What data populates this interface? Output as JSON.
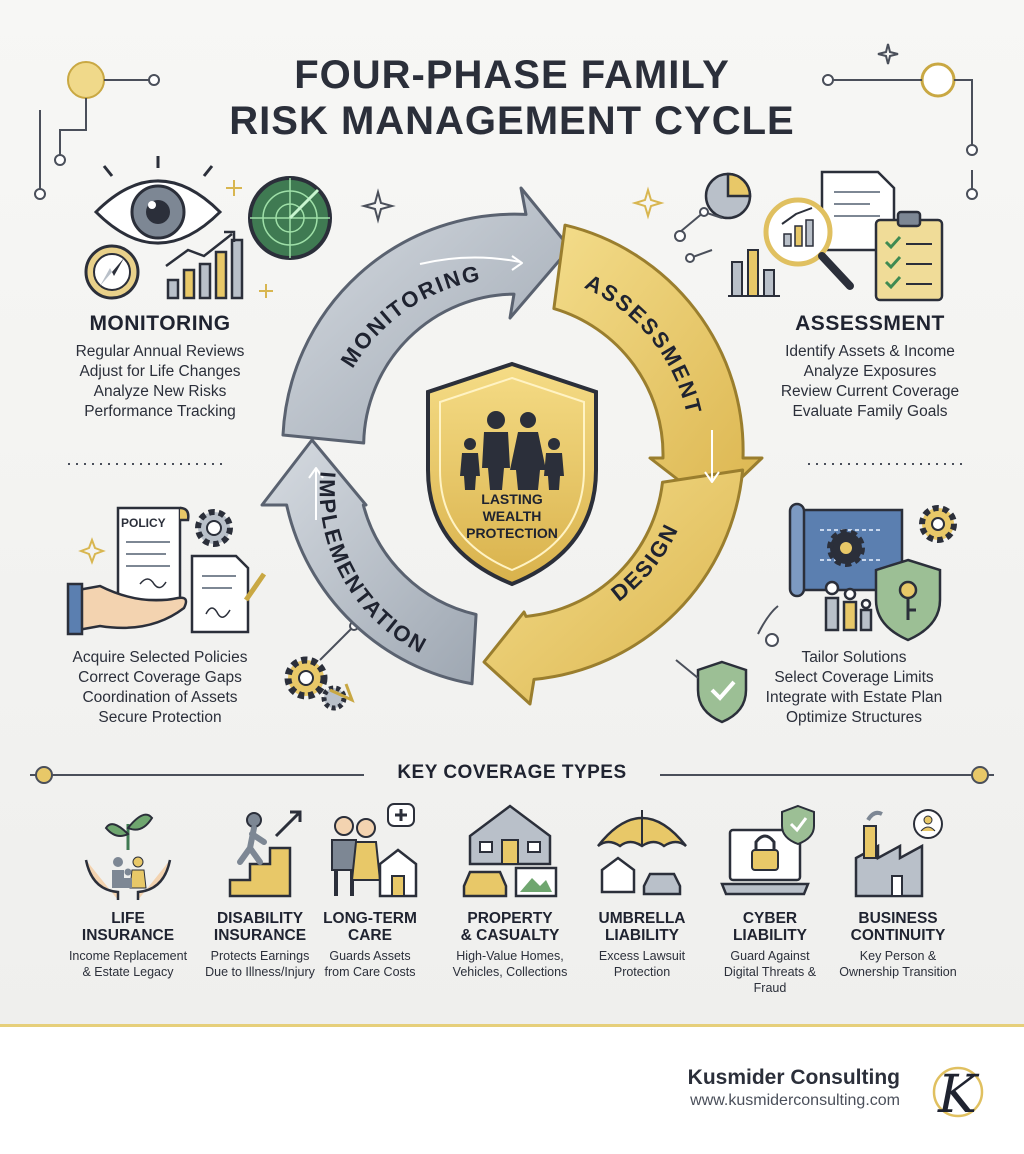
{
  "title": {
    "line1": "FOUR-PHASE FAMILY",
    "line2": "RISK MANAGEMENT CYCLE"
  },
  "cycle": {
    "arrows": [
      "MONITORING",
      "ASSESSMENT",
      "DESIGN",
      "IMPLEMENTATION"
    ],
    "center": [
      "LASTING",
      "WEALTH",
      "PROTECTION"
    ]
  },
  "phases": {
    "monitoring": {
      "title": "MONITORING",
      "items": [
        "Regular Annual Reviews",
        "Adjust for Life Changes",
        "Analyze New Risks",
        "Performance Tracking"
      ]
    },
    "assessment": {
      "title": "ASSESSMENT",
      "items": [
        "Identify Assets & Income",
        "Analyze Exposures",
        "Review Current Coverage",
        "Evaluate Family Goals"
      ]
    },
    "implementation": {
      "items": [
        "Acquire Selected Policies",
        "Correct Coverage Gaps",
        "Coordination of Assets",
        "Secure Protection"
      ]
    },
    "design": {
      "items": [
        "Tailor Solutions",
        "Select Coverage Limits",
        "Integrate with Estate Plan",
        "Optimize Structures"
      ]
    }
  },
  "policy_label": "POLICY",
  "coverage": {
    "title": "KEY COVERAGE TYPES",
    "items": [
      {
        "name1": "LIFE",
        "name2": "INSURANCE",
        "desc1": "Income Replacement",
        "desc2": "& Estate Legacy",
        "desc3": ""
      },
      {
        "name1": "DISABILITY",
        "name2": "INSURANCE",
        "desc1": "Protects Earnings",
        "desc2": "Due to Illness/Injury",
        "desc3": ""
      },
      {
        "name1": "LONG-TERM",
        "name2": "CARE",
        "desc1": "Guards Assets",
        "desc2": "from Care Costs",
        "desc3": ""
      },
      {
        "name1": "PROPERTY",
        "name2": "& CASUALTY",
        "desc1": "High-Value Homes,",
        "desc2": "Vehicles, Collections",
        "desc3": ""
      },
      {
        "name1": "UMBRELLA",
        "name2": "LIABILITY",
        "desc1": "Excess Lawsuit",
        "desc2": "Protection",
        "desc3": ""
      },
      {
        "name1": "CYBER",
        "name2": "LIABILITY",
        "desc1": "Guard Against",
        "desc2": "Digital Threats &",
        "desc3": "Fraud"
      },
      {
        "name1": "BUSINESS",
        "name2": "CONTINUITY",
        "desc1": "Key Person &",
        "desc2": "Ownership Transition",
        "desc3": ""
      }
    ]
  },
  "brand": {
    "name": "Kusmider Consulting",
    "url": "www.kusmiderconsulting.com",
    "logo_letter": "K"
  },
  "colors": {
    "gold": "#e8c868",
    "gold_dark": "#b89a3a",
    "silver": "#b9c0c9",
    "silver_dark": "#7d8794",
    "ink": "#2b2f3a"
  }
}
